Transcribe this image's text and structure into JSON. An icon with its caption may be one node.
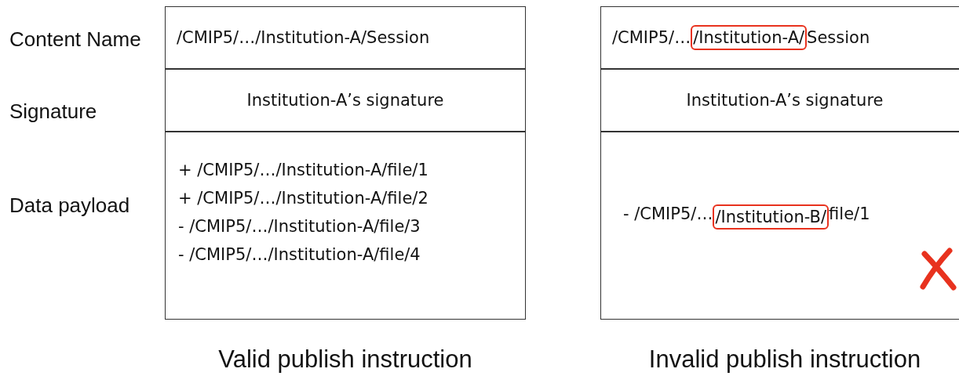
{
  "diagram": {
    "nodes": [
      {
        "text": [
          "Valid publish instruction"
        ]
      },
      {
        "text": [
          "/CMIP5/…/Institution-A/Session"
        ],
        "in": 0
      },
      {
        "text": [
          "Institution-A’s signature"
        ],
        "in": 0
      },
      {
        "text": [
          "+ /CMIP5/…/Institution-A/file/1",
          "+ /CMIP5/…/Institution-A/file/2",
          "- /CMIP5/…/Institution-A/file/3",
          "- /CMIP5/…/Institution-A/file/4"
        ],
        "in": 0
      },
      {
        "text": [
          "Invalid publish instruction"
        ]
      },
      {
        "text": [
          "/CMIP5/…",
          "Session"
        ],
        "in": 4
      },
      {
        "text": [
          "/Institution-A/"
        ],
        "in": 5
      },
      {
        "text": [
          "Institution-A’s signature"
        ],
        "in": 4
      },
      {
        "text": [
          "- /CMIP5/…",
          "file/1"
        ],
        "in": 4
      },
      {
        "text": [
          "/Institution-B/"
        ],
        "in": 8
      }
    ],
    "edges": [],
    "labels": [
      "Content Name",
      "Signature",
      "Data payload"
    ]
  }
}
